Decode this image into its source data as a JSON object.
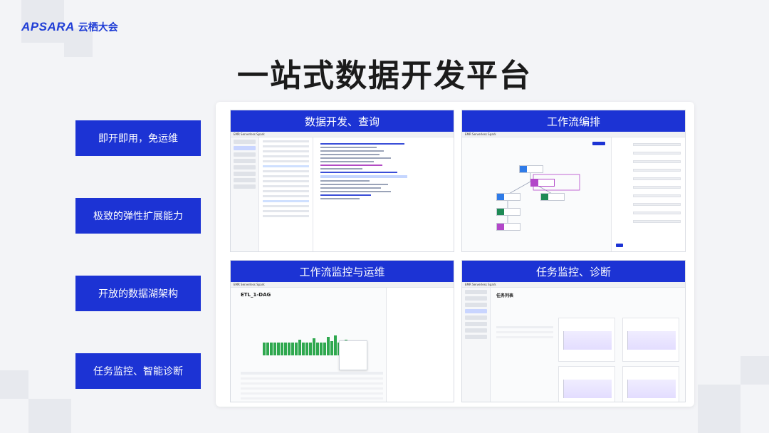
{
  "logo": {
    "brand": "APSARA",
    "brand_cn": "云栖大会"
  },
  "title": "一站式数据开发平台",
  "features": [
    "即开即用，免运维",
    "极致的弹性扩展能力",
    "开放的数据湖架构",
    "任务监控、智能诊断"
  ],
  "cards": [
    {
      "title": "数据开发、查询",
      "app": "EMR Serverless Spark"
    },
    {
      "title": "工作流编排",
      "app": "EMR Serverless Spark"
    },
    {
      "title": "工作流监控与运维",
      "app": "EMR Serverless Spark",
      "page": "ETL_1-DAG"
    },
    {
      "title": "任务监控、诊断",
      "app": "EMR Serverless Spark",
      "page": "任务列表"
    }
  ],
  "colors": {
    "accent": "#1c33d4",
    "bg": "#f3f4f7"
  }
}
